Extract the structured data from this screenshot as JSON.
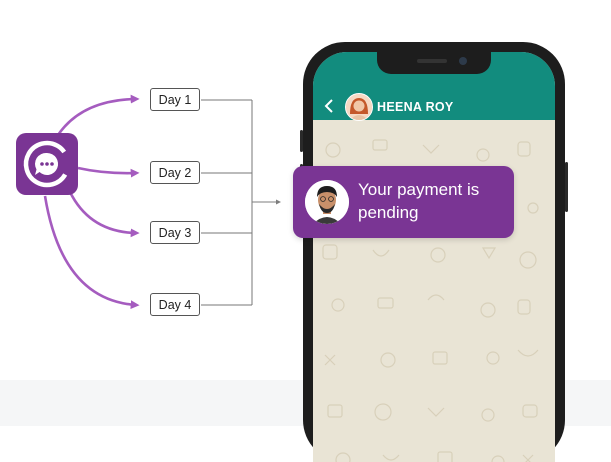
{
  "flow": {
    "days": [
      {
        "label": "Day 1"
      },
      {
        "label": "Day 2"
      },
      {
        "label": "Day 3"
      },
      {
        "label": "Day 4"
      }
    ],
    "app_icon": "chat-bubble-c-logo-icon",
    "arrow_color": "#a55cbf"
  },
  "phone": {
    "contact_name": "HEENA ROY",
    "header_color": "#128c7e",
    "back_icon": "chevron-left-icon",
    "message": {
      "text": "Your payment is pending",
      "bubble_color": "#7a3594"
    }
  }
}
